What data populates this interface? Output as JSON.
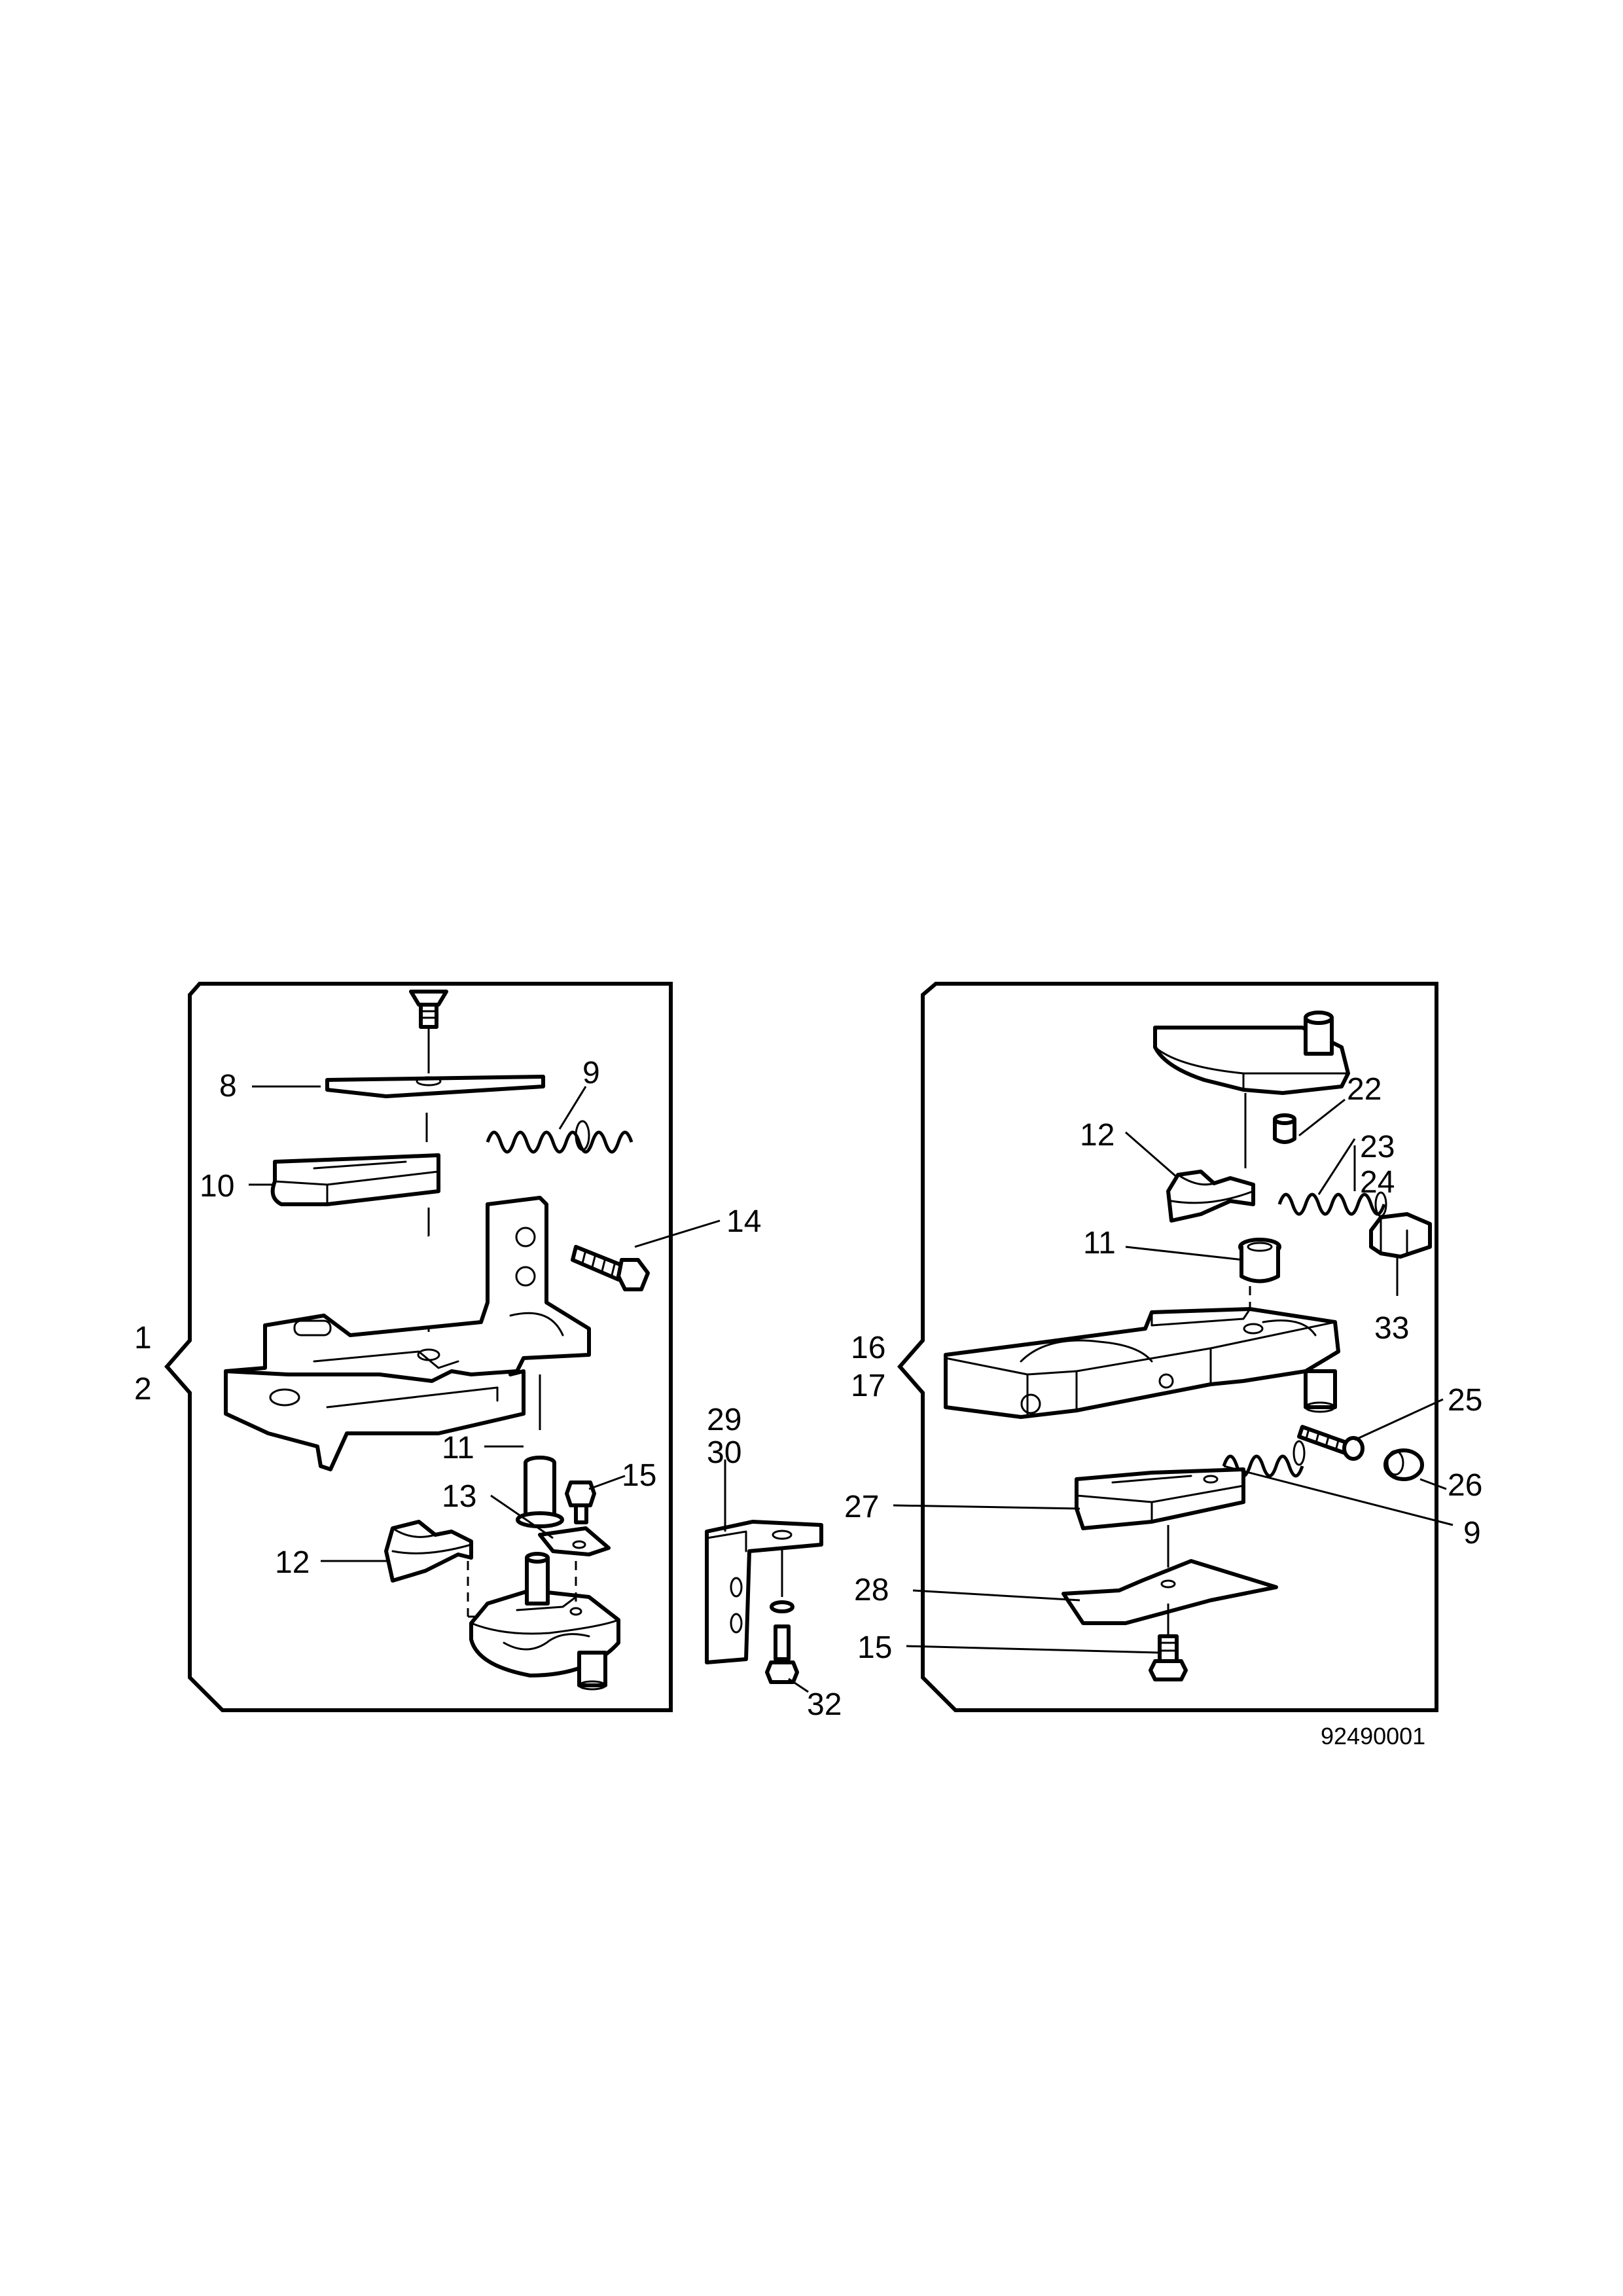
{
  "drawing_number": "92490001",
  "left_panel": {
    "bracket_labels": [
      "1",
      "2"
    ],
    "callouts": [
      "8",
      "9",
      "10",
      "14",
      "11",
      "15",
      "13",
      "12"
    ]
  },
  "middle": {
    "bracket_labels": [
      "29",
      "30"
    ],
    "callouts": [
      "32"
    ]
  },
  "right_panel": {
    "bracket_labels": [
      "16",
      "17"
    ],
    "callouts": [
      "22",
      "12",
      "23",
      "24",
      "11",
      "33",
      "25",
      "26",
      "27",
      "9",
      "28",
      "15"
    ]
  }
}
